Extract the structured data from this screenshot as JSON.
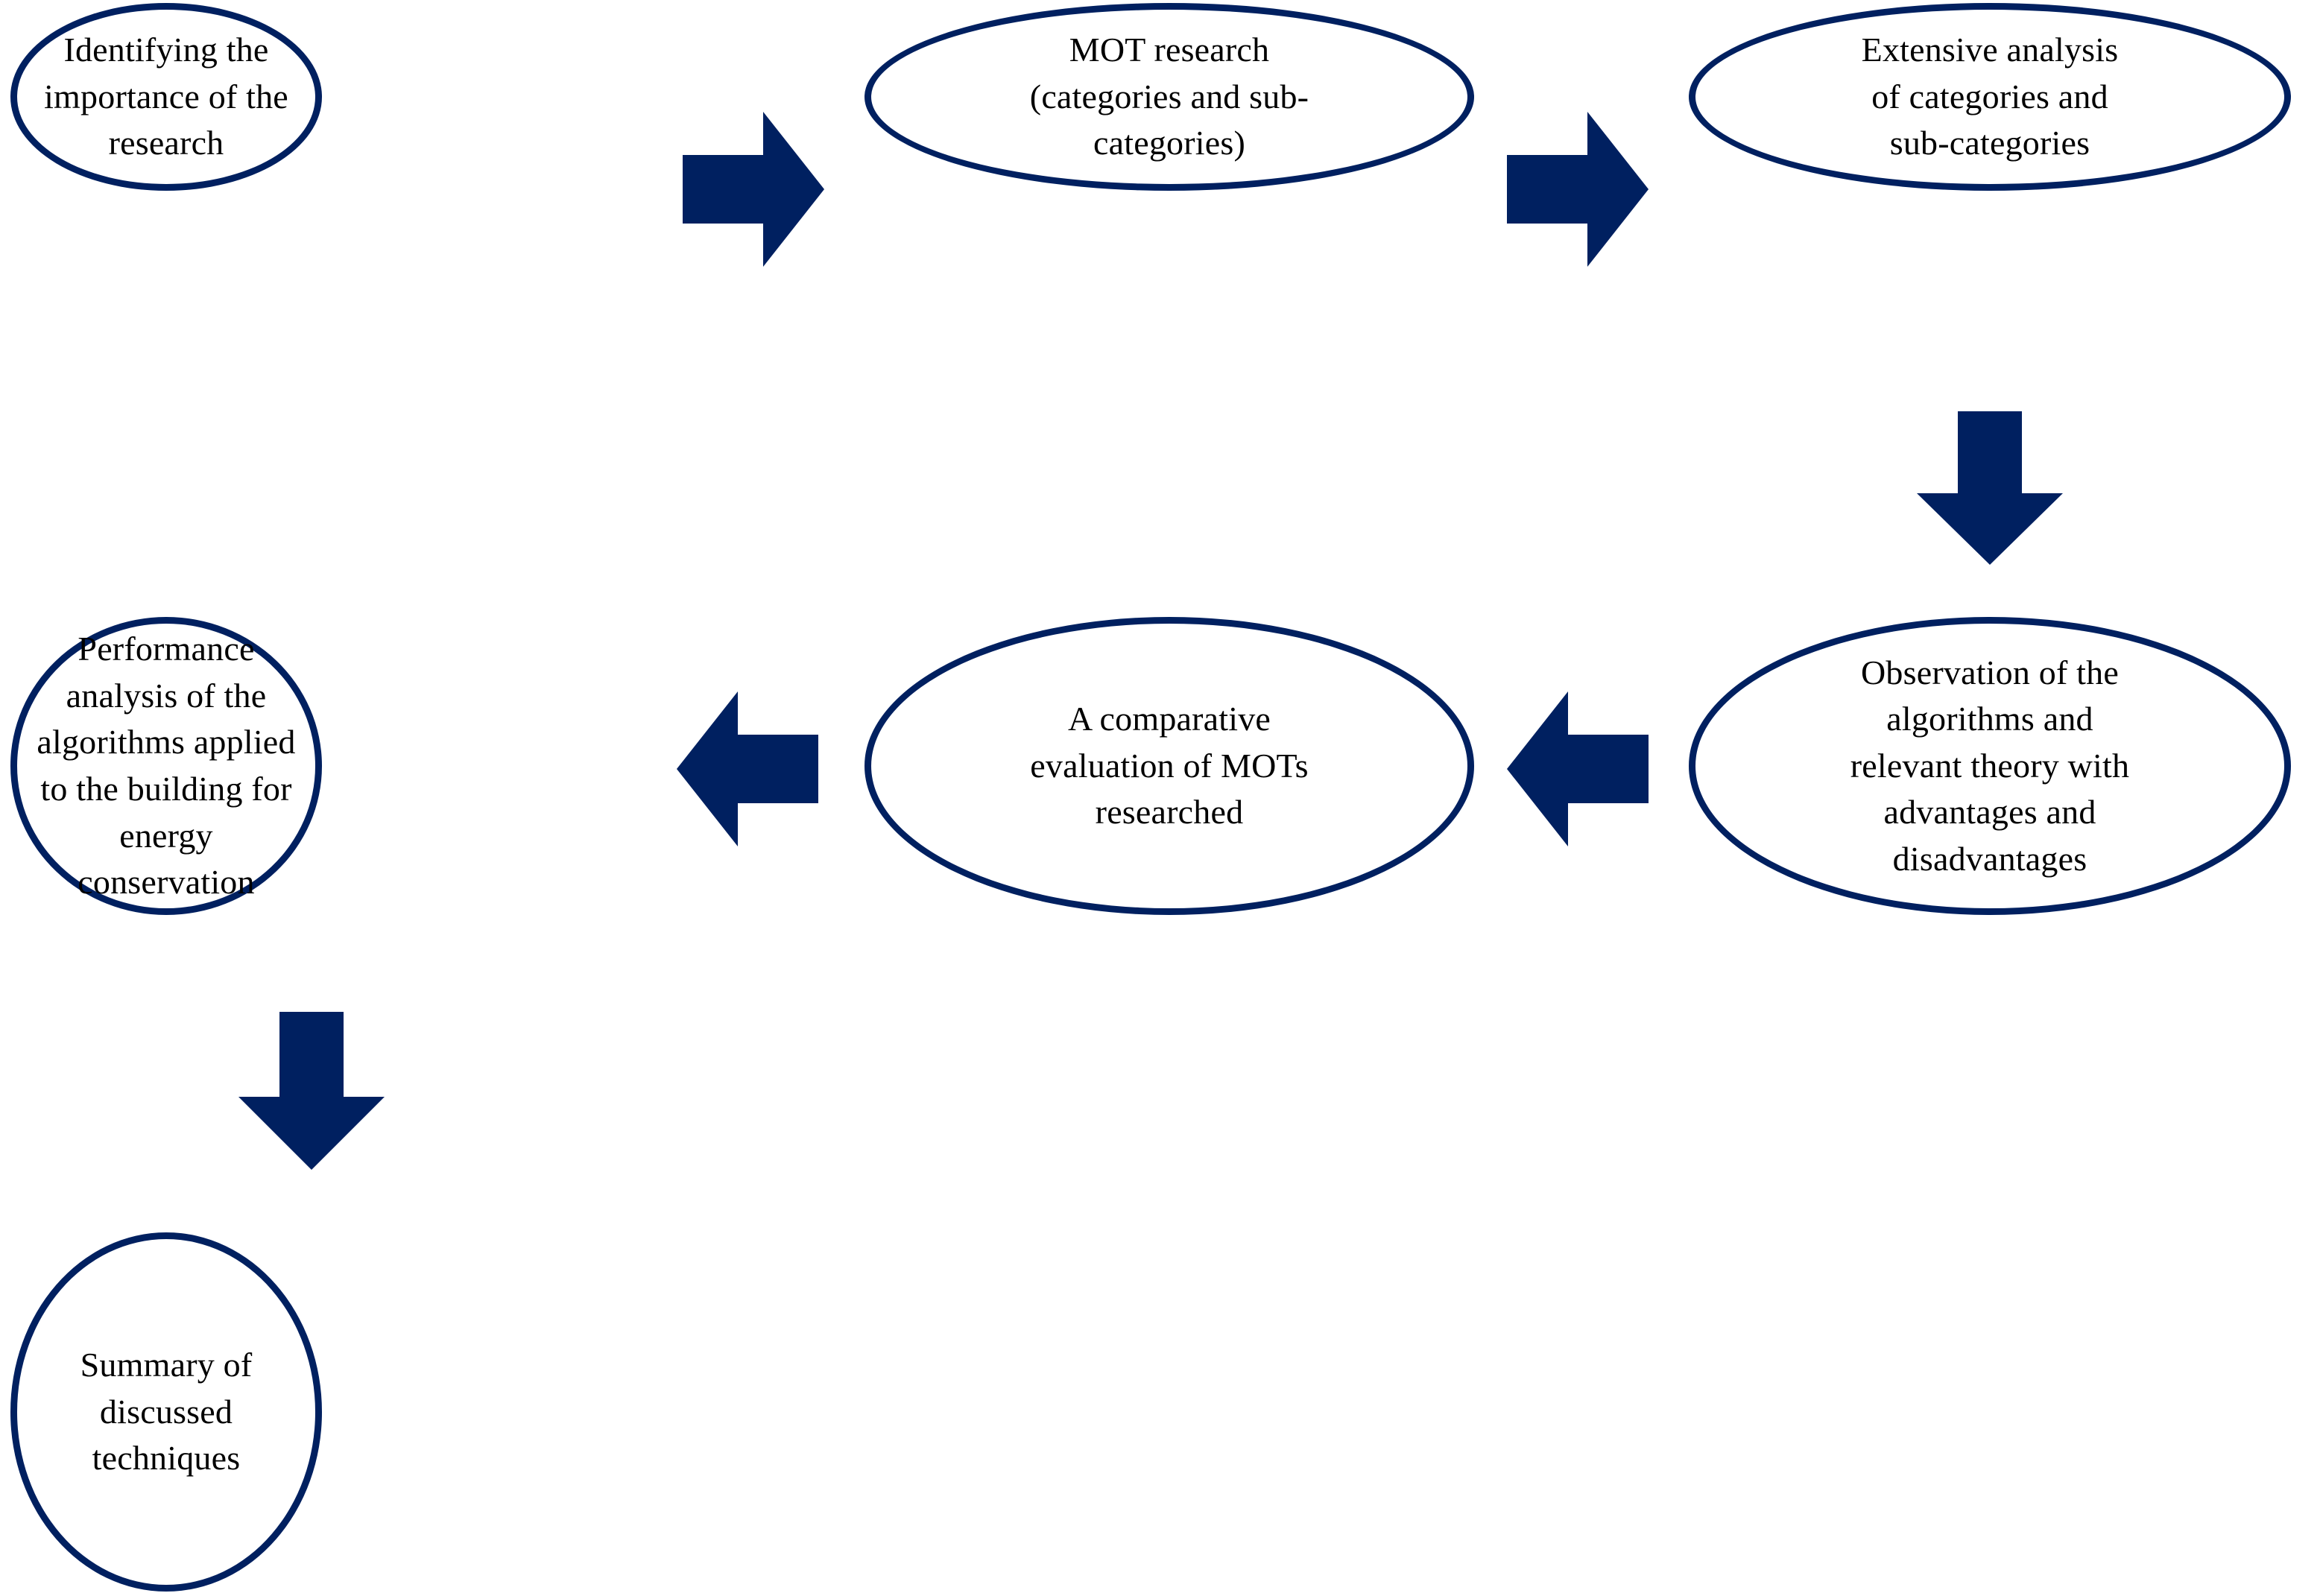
{
  "diagram": {
    "title": "Research methodology flowchart",
    "accent_color": "#002060",
    "background_color": "#ffffff",
    "text_color": "#000000",
    "nodes": [
      {
        "id": "identifying-importance",
        "label": "Identifying the\nimportance of the\nresearch",
        "order": 1
      },
      {
        "id": "mot-research",
        "label": "MOT research\n(categories and sub-\ncategories)",
        "order": 2
      },
      {
        "id": "extensive-analysis",
        "label": "Extensive analysis\nof categories and\nsub-categories",
        "order": 3
      },
      {
        "id": "observation-algorithms",
        "label": "Observation of the\nalgorithms and\nrelevant theory with\nadvantages and\ndisadvantages",
        "order": 4
      },
      {
        "id": "comparative-evaluation",
        "label": "A comparative\nevaluation of MOTs\nresearched",
        "order": 5
      },
      {
        "id": "performance-analysis",
        "label": "Performance\nanalysis of the\nalgorithms applied\nto the building for\nenergy conservation",
        "order": 6
      },
      {
        "id": "summary-techniques",
        "label": "Summary of\ndiscussed\ntechniques",
        "order": 7
      }
    ],
    "connectors": [
      {
        "id": "c1",
        "from": "identifying-importance",
        "to": "mot-research",
        "direction": "right"
      },
      {
        "id": "c2",
        "from": "mot-research",
        "to": "extensive-analysis",
        "direction": "right"
      },
      {
        "id": "c3",
        "from": "extensive-analysis",
        "to": "observation-algorithms",
        "direction": "down"
      },
      {
        "id": "c4",
        "from": "observation-algorithms",
        "to": "comparative-evaluation",
        "direction": "left"
      },
      {
        "id": "c5",
        "from": "comparative-evaluation",
        "to": "performance-analysis",
        "direction": "left"
      },
      {
        "id": "c6",
        "from": "performance-analysis",
        "to": "summary-techniques",
        "direction": "down"
      }
    ]
  }
}
